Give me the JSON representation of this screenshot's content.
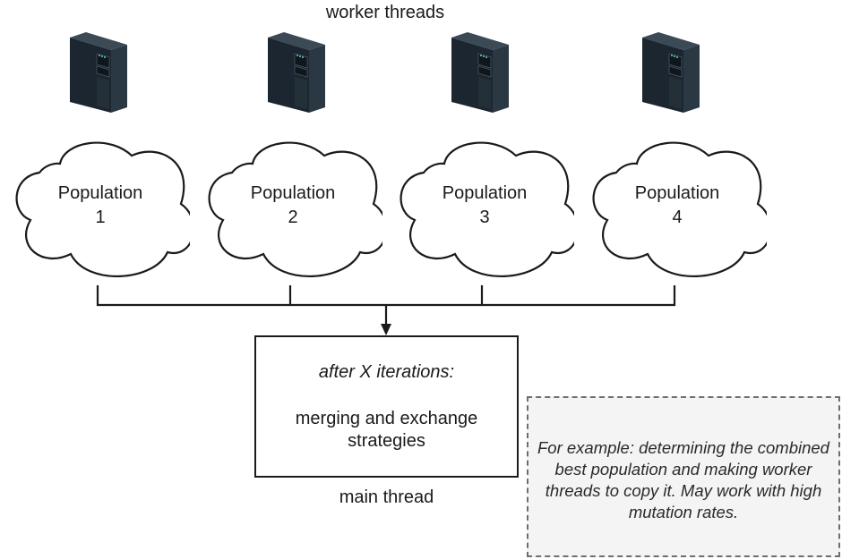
{
  "diagram": {
    "title": "worker threads",
    "workers": [
      {
        "icon": "server-tower-icon",
        "label_line1": "Population",
        "label_line2": "1"
      },
      {
        "icon": "server-tower-icon",
        "label_line1": "Population",
        "label_line2": "2"
      },
      {
        "icon": "server-tower-icon",
        "label_line1": "Population",
        "label_line2": "3"
      },
      {
        "icon": "server-tower-icon",
        "label_line1": "Population",
        "label_line2": "4"
      }
    ],
    "main_box": {
      "line1": "after X iterations:",
      "line2": "merging and exchange",
      "line3": "strategies"
    },
    "main_label": "main thread",
    "note": {
      "text": "For example: determining the combined best population and making worker threads to copy it. May work with high mutation rates."
    },
    "colors": {
      "stroke": "#1a1a1a",
      "note_border": "#6e6e6e",
      "note_fill": "#f4f4f4",
      "server_body": "#1c2630"
    }
  }
}
